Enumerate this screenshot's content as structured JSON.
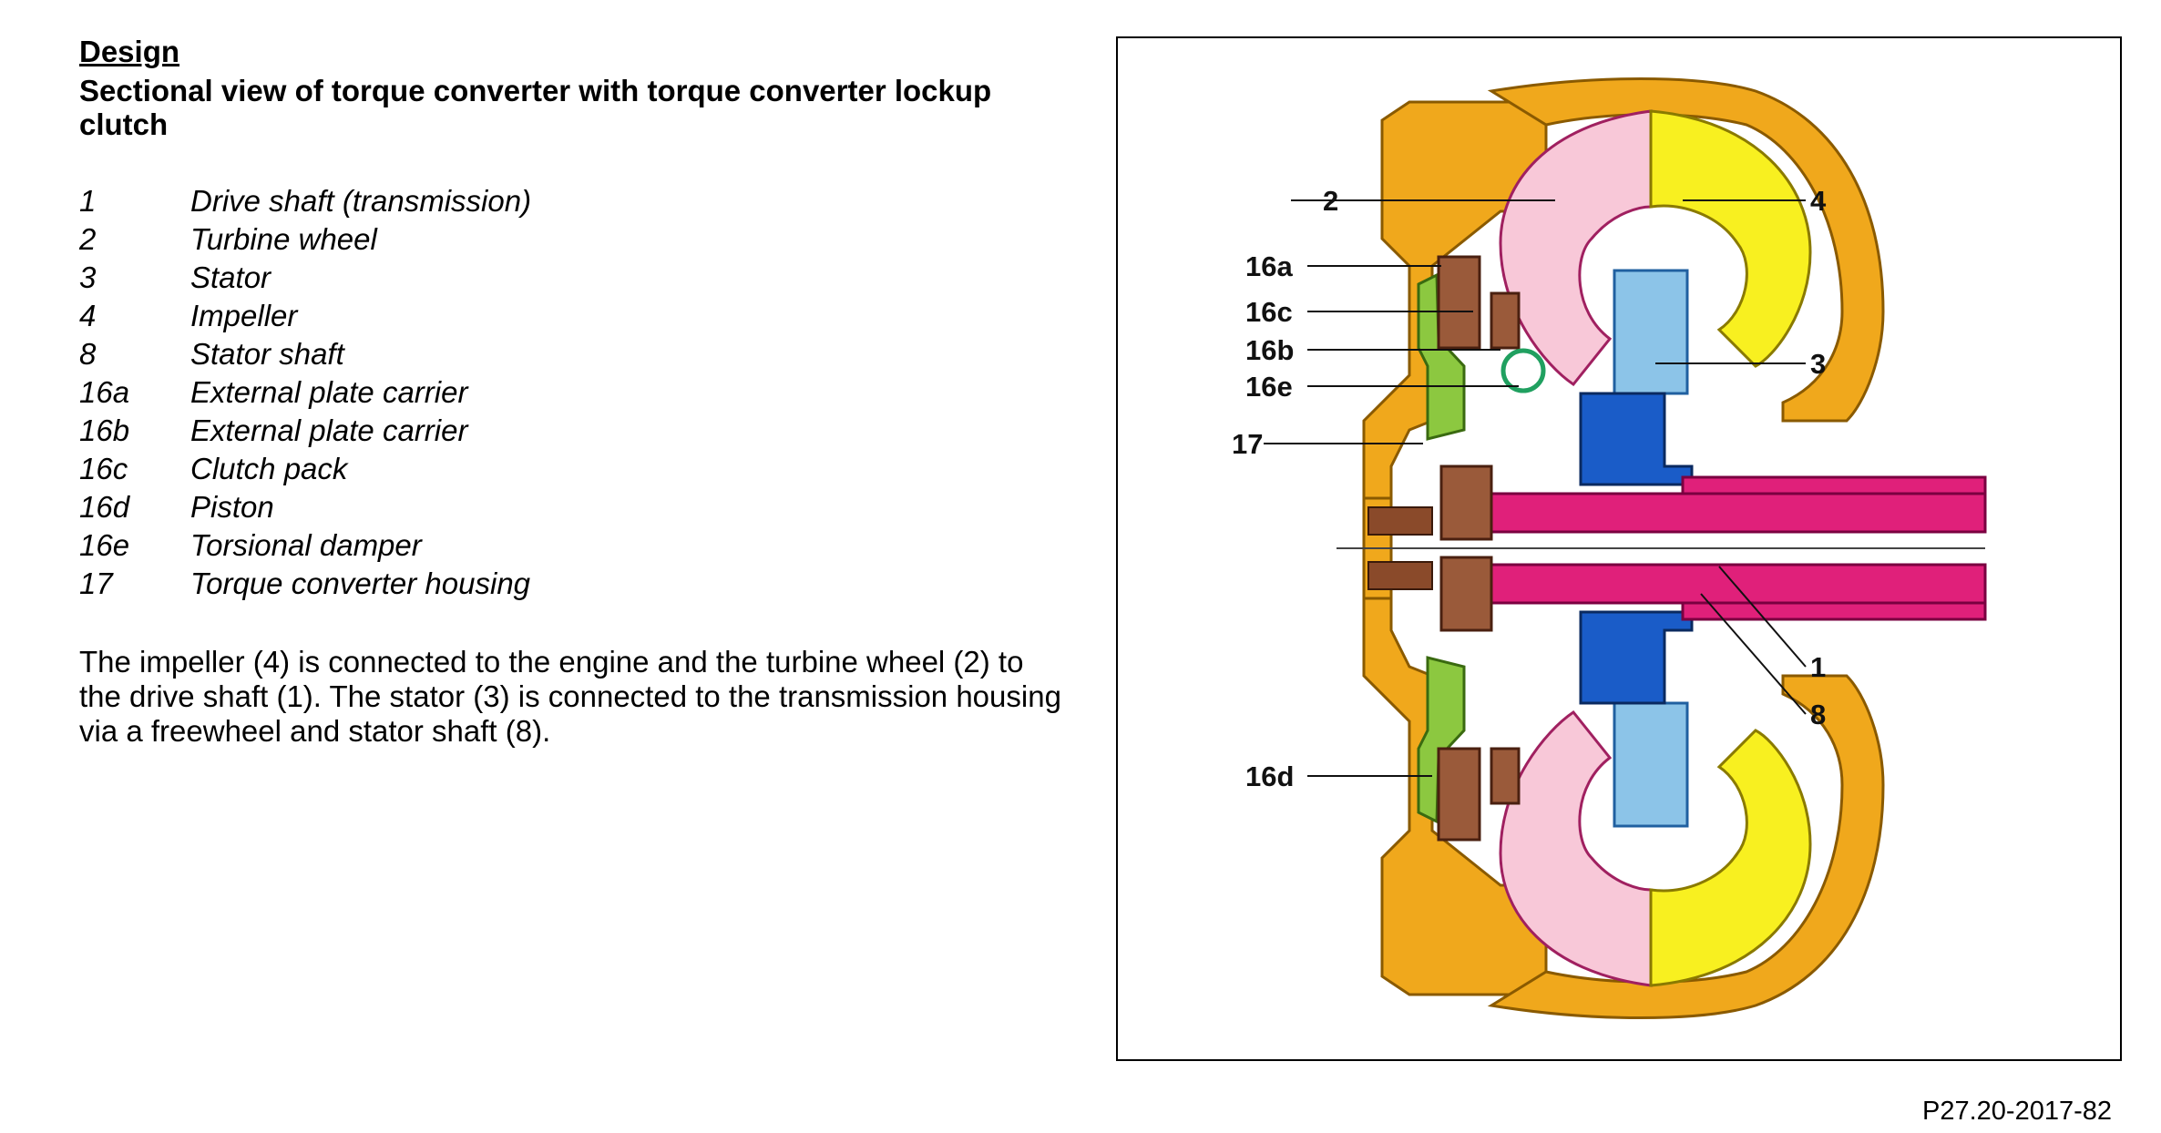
{
  "heading": "Design",
  "title": "Sectional view of  torque converter with torque converter lockup clutch",
  "legend": [
    {
      "num": "1",
      "text": "Drive shaft (transmission)"
    },
    {
      "num": "2",
      "text": "Turbine wheel"
    },
    {
      "num": "3",
      "text": "Stator"
    },
    {
      "num": "4",
      "text": "Impeller"
    },
    {
      "num": "8",
      "text": "Stator shaft"
    },
    {
      "num": "16a",
      "text": "External plate carrier"
    },
    {
      "num": "16b",
      "text": "External plate carrier"
    },
    {
      "num": "16c",
      "text": "Clutch pack"
    },
    {
      "num": "16d",
      "text": "Piston"
    },
    {
      "num": "16e",
      "text": "Torsional damper"
    },
    {
      "num": "17",
      "text": "Torque converter housing"
    }
  ],
  "description": "The impeller (4) is connected to the engine and the turbine wheel (2) to the drive shaft (1). The stator (3) is connected to the transmission housing via a freewheel and stator shaft (8).",
  "figure": {
    "callouts": {
      "c2": "2",
      "c4": "4",
      "c16a": "16a",
      "c16c": "16c",
      "c16b": "16b",
      "c16e": "16e",
      "c3": "3",
      "c17": "17",
      "c1": "1",
      "c8": "8",
      "c16d": "16d"
    },
    "code": "P27.20-2017-82"
  },
  "colors": {
    "housing": "#f0a81c",
    "turbine": "#f8c8d8",
    "impeller": "#f8f020",
    "stator": "#8cc4e8",
    "stator_hub": "#1a5cc8",
    "shaft": "#e0207a",
    "piston": "#8cc840",
    "clutch": "#9a5a3a"
  }
}
